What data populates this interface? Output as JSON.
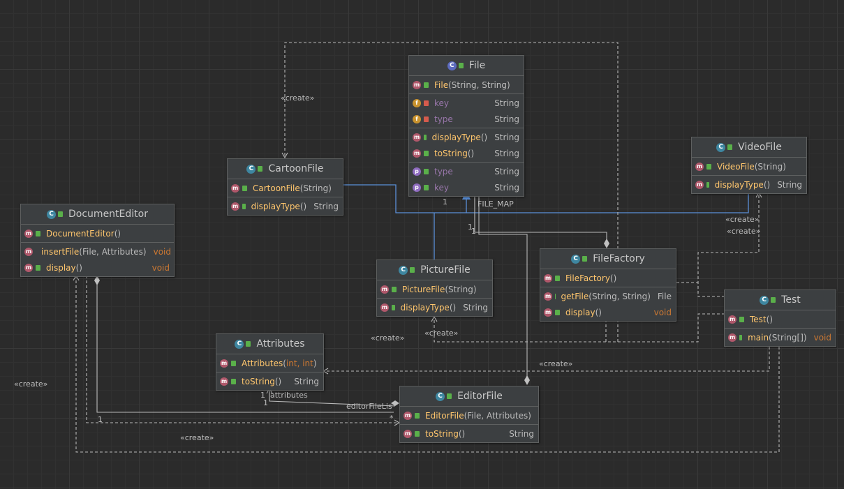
{
  "classes": {
    "file": {
      "name": "File",
      "rows": [
        {
          "name": "File",
          "params": "(String, String)",
          "type": ""
        },
        {
          "name": "key",
          "params": "",
          "type": "String"
        },
        {
          "name": "type",
          "params": "",
          "type": "String"
        },
        {
          "name": "displayType",
          "params": "()",
          "type": "String"
        },
        {
          "name": "toString",
          "params": "()",
          "type": "String"
        },
        {
          "name": "type",
          "params": "",
          "type": "String"
        },
        {
          "name": "key",
          "params": "",
          "type": "String"
        }
      ]
    },
    "cartoon_file": {
      "name": "CartoonFile",
      "rows": [
        {
          "name": "CartoonFile",
          "params": "(String)",
          "type": ""
        },
        {
          "name": "displayType",
          "params": "()",
          "type": "String"
        }
      ]
    },
    "video_file": {
      "name": "VideoFile",
      "rows": [
        {
          "name": "VideoFile",
          "params": "(String)",
          "type": ""
        },
        {
          "name": "displayType",
          "params": "()",
          "type": "String"
        }
      ]
    },
    "document_editor": {
      "name": "DocumentEditor",
      "rows": [
        {
          "name": "DocumentEditor",
          "params": "()",
          "type": ""
        },
        {
          "name": "insertFile",
          "params": "(File, Attributes)",
          "type": "void"
        },
        {
          "name": "display",
          "params": "()",
          "type": "void"
        }
      ]
    },
    "picture_file": {
      "name": "PictureFile",
      "rows": [
        {
          "name": "PictureFile",
          "params": "(String)",
          "type": ""
        },
        {
          "name": "displayType",
          "params": "()",
          "type": "String"
        }
      ]
    },
    "file_factory": {
      "name": "FileFactory",
      "rows": [
        {
          "name": "FileFactory",
          "params": "()",
          "type": ""
        },
        {
          "name": "getFile",
          "params": "(String, String)",
          "type": "File"
        },
        {
          "name": "display",
          "params": "()",
          "type": "void"
        }
      ]
    },
    "test": {
      "name": "Test",
      "rows": [
        {
          "name": "Test",
          "params": "()",
          "type": ""
        },
        {
          "name": "main",
          "params": "(String[])",
          "type": "void"
        }
      ]
    },
    "attributes": {
      "name": "Attributes",
      "rows": [
        {
          "name": "Attributes",
          "params_pre": "(",
          "params_types": "int, int",
          "params_post": ")",
          "type": ""
        },
        {
          "name": "toString",
          "params": "()",
          "type": "String"
        }
      ]
    },
    "editor_file": {
      "name": "EditorFile",
      "rows": [
        {
          "name": "EditorFile",
          "params": "(File, Attributes)",
          "type": ""
        },
        {
          "name": "toString",
          "params": "()",
          "type": "String"
        }
      ]
    }
  },
  "edge_labels": {
    "create": "«create»",
    "one": "1",
    "star": "*",
    "file_map": "FILE_MAP",
    "attributes": "attributes",
    "editor_file_list": "editorFileLis"
  },
  "colors": {
    "background": "#2b2b2b",
    "panel": "#3c3f41",
    "method_name": "#ffc66d",
    "field_name": "#9876aa",
    "keyword": "#cc7832",
    "inheritance": "#5a8fd8"
  }
}
